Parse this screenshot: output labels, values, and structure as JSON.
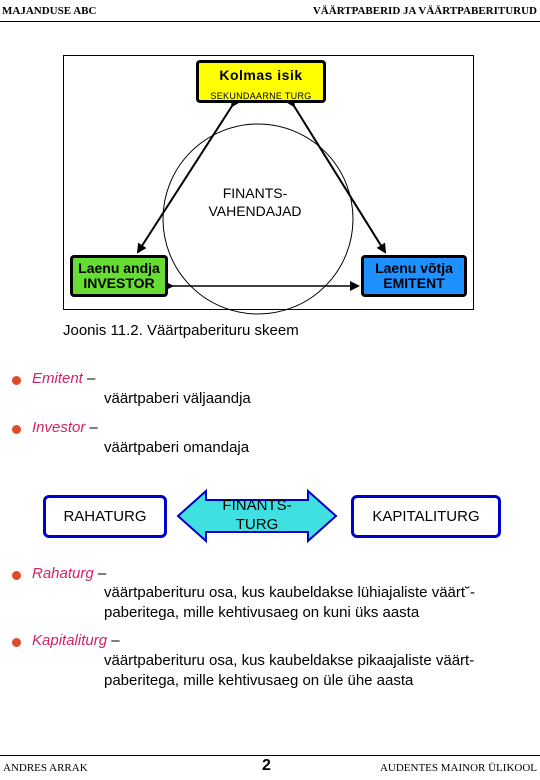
{
  "header": {
    "left": "MAJANDUSE ABC",
    "right": "VÄÄRTPABERID JA VÄÄRTPABERITURUD"
  },
  "diagram": {
    "top_box": {
      "title": "Kolmas isik",
      "subtitle": "SEKUNDAARNE TURG"
    },
    "center_line1": "FINANTS-",
    "center_line2": "VAHENDAJAD",
    "left_box": {
      "line1": "Laenu andja",
      "line2": "INVESTOR"
    },
    "right_box": {
      "line1": "Laenu võtja",
      "line2": "EMITENT"
    },
    "caption": "Joonis 11.2. Väärtpaberituru skeem",
    "colors": {
      "top": "#ffff00",
      "left": "#66dd33",
      "right": "#1e90ff"
    }
  },
  "definitions": [
    {
      "term": "Emitent",
      "dash": " –",
      "lines": [
        "väärtpaberi väljaandja"
      ]
    },
    {
      "term": "Investor",
      "dash": " –",
      "lines": [
        "väärtpaberi omandaja"
      ]
    }
  ],
  "market_diagram": {
    "left": "RAHATURG",
    "center_line1": "FINANTS-",
    "center_line2": "TURG",
    "right": "KAPITALITURG",
    "arrow_color": "#40e0e0",
    "border_color": "#0000cc"
  },
  "definitions2": [
    {
      "term": "Rahaturg",
      "dash": " –",
      "lines": [
        "väärtpaberituru osa, kus kaubeldakse lühiajaliste väärt˘-",
        "paberitega, mille kehtivusaeg on kuni üks aasta"
      ]
    },
    {
      "term": "Kapitaliturg",
      "dash": " –",
      "lines": [
        "väärtpaberituru osa, kus kaubeldakse pikaajaliste väärt-",
        "paberitega, mille kehtivusaeg on üle ühe aasta"
      ]
    }
  ],
  "footer": {
    "left": "ANDRES ARRAK",
    "page": "2",
    "right": "AUDENTES MAINOR ÜLIKOOL"
  }
}
